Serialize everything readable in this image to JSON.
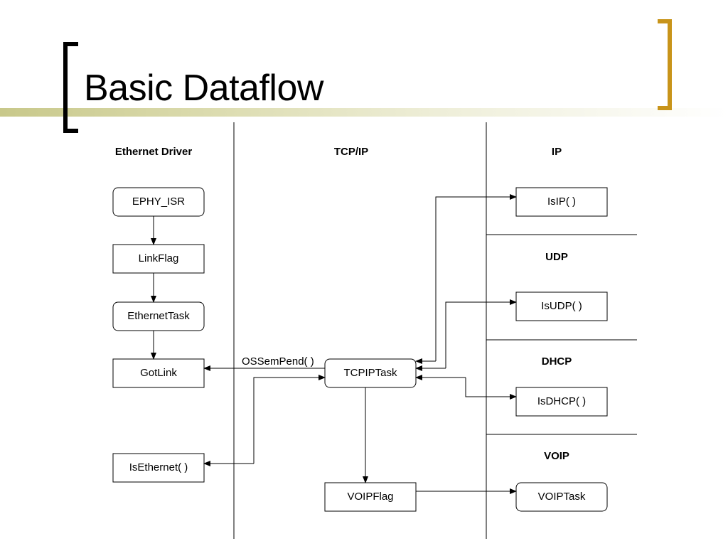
{
  "title": "Basic Dataflow",
  "colors": {
    "bracket_left": "#000000",
    "bracket_right": "#c8941a",
    "title_band": "#c8c88a"
  },
  "columns": {
    "ethernet_driver": "Ethernet Driver",
    "tcpip": "TCP/IP",
    "ip": "IP",
    "udp": "UDP",
    "dhcp": "DHCP",
    "voip": "VOIP"
  },
  "nodes": {
    "ephy_isr": "EPHY_ISR",
    "linkflag": "LinkFlag",
    "ethernettask": "EthernetTask",
    "gotlink": "GotLink",
    "isethernet": "IsEthernet( )",
    "tcpiptask": "TCPIPTask",
    "voipflag": "VOIPFlag",
    "isip": "IsIP( )",
    "isudp": "IsUDP( )",
    "isdhcp": "IsDHCP( )",
    "voiptask": "VOIPTask"
  },
  "edges": {
    "ossempend": "OSSemPend( )"
  }
}
